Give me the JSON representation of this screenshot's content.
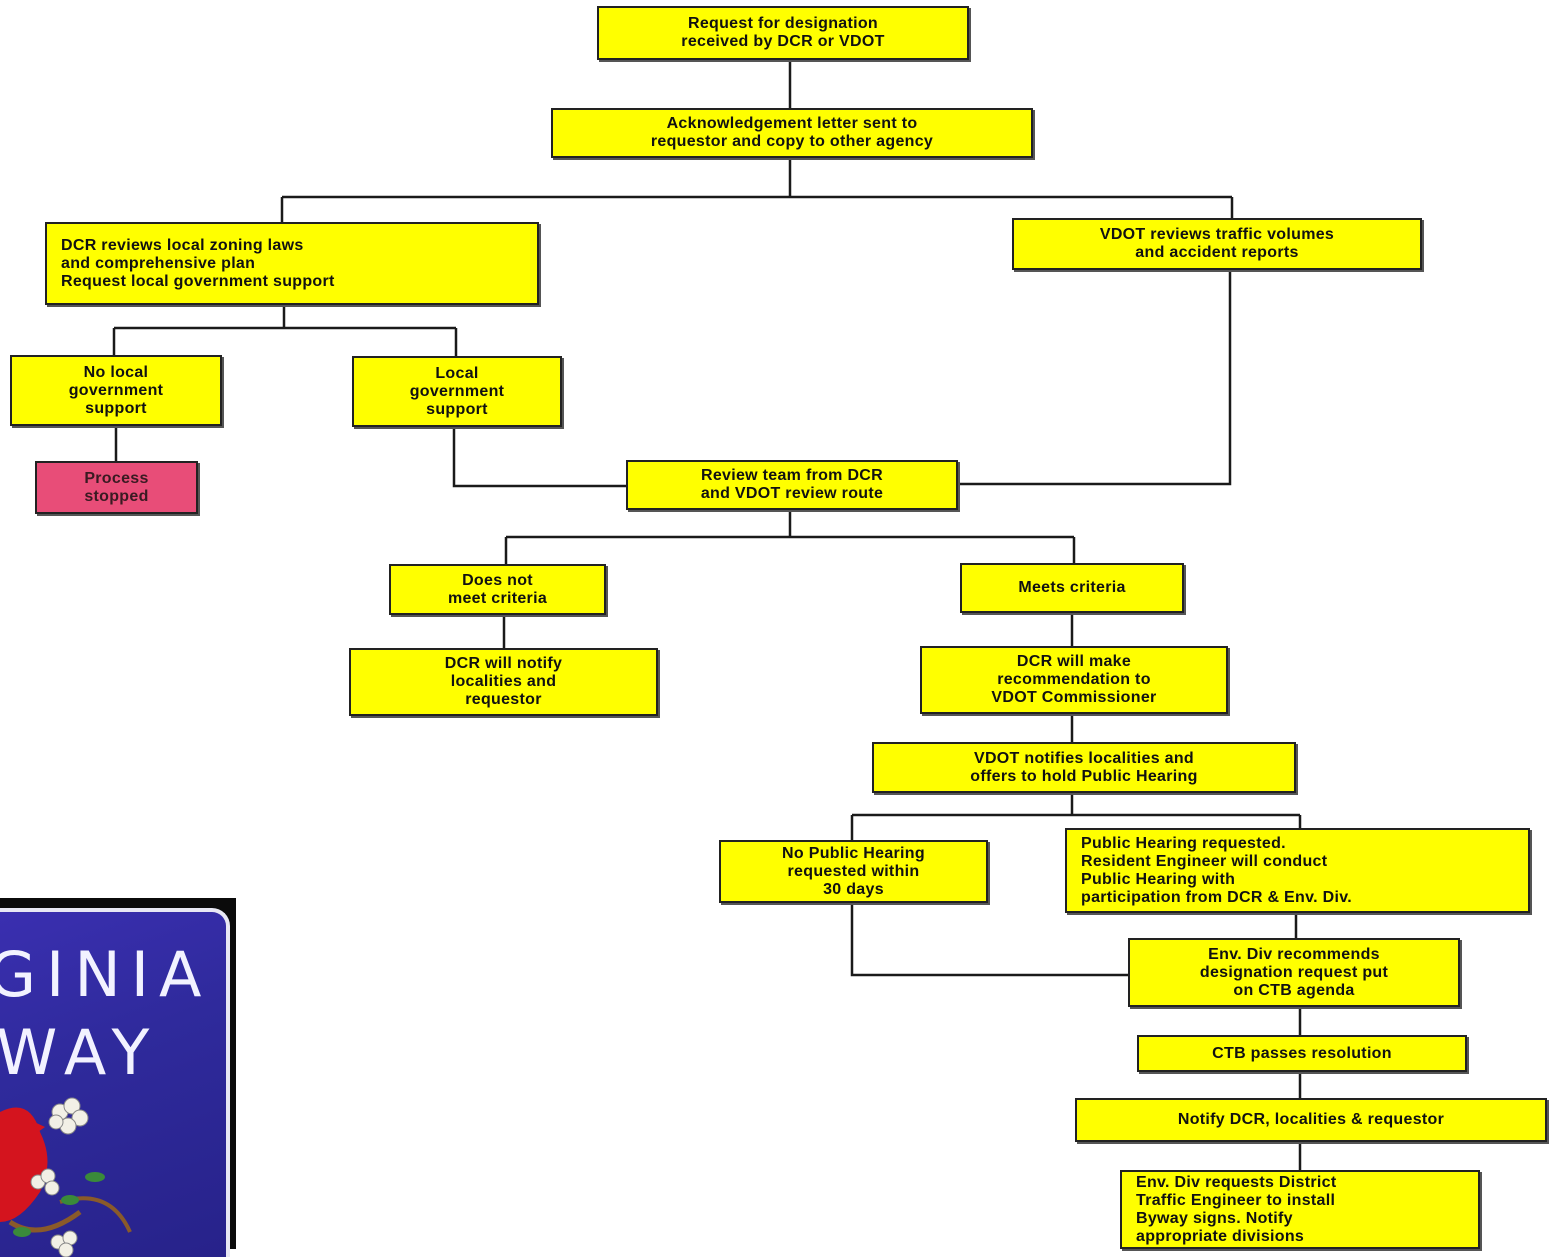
{
  "flowchart": {
    "request": "Request for designation\nreceived by DCR or VDOT",
    "acknowledgement": "Acknowledgement letter sent to\nrequestor and copy to other agency",
    "dcr_reviews": "DCR reviews local zoning laws\nand comprehensive plan\nRequest local government support",
    "vdot_reviews": "VDOT reviews traffic volumes\nand accident reports",
    "no_local_support": "No local\ngovernment\nsupport",
    "local_support": "Local\ngovernment\nsupport",
    "process_stopped": "Process\nstopped",
    "review_team": "Review  team from DCR\nand VDOT review route",
    "does_not_meet": "Does not\nmeet criteria",
    "meets_criteria": "Meets criteria",
    "dcr_notify": "DCR will notify\nlocalities and\nrequestor",
    "dcr_recommend": "DCR will make\nrecommendation to\nVDOT Commissioner",
    "vdot_notifies": "VDOT notifies localities and\noffers to hold Public Hearing",
    "no_hearing": "No Public Hearing\nrequested within\n30 days",
    "hearing_requested": "Public Hearing requested.\nResident Engineer will conduct\nPublic Hearing with\nparticipation from DCR & Env. Div.",
    "env_recommends": "Env. Div recommends\ndesignation request put\non CTB agenda",
    "ctb_passes": "CTB passes resolution",
    "notify_dcr": "Notify DCR, localities & requestor",
    "env_requests": "Env. Div requests District\nTraffic Engineer to install\nByway signs. Notify\nappropriate divisions"
  },
  "sign": {
    "line1": "GINIA",
    "line2": "WAY"
  },
  "colors": {
    "box_fill": "#ffff00",
    "stop_fill": "#e84d78",
    "sign_blue": "#2f2a9c"
  }
}
